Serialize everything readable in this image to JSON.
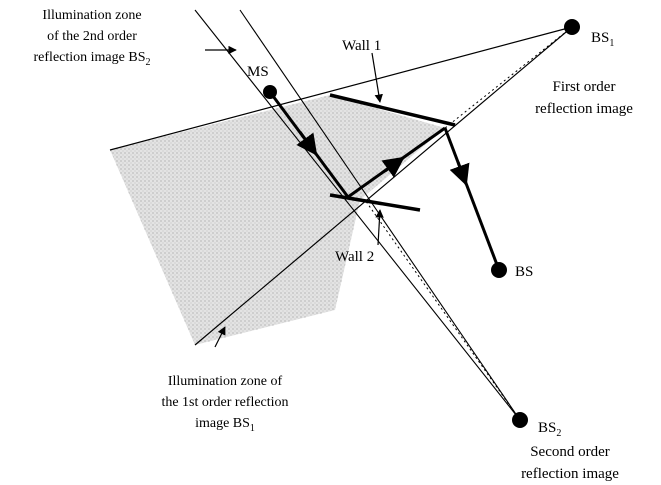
{
  "labels": {
    "bs1": "BS",
    "bs1_sub": "1",
    "first_order_line1": "First order",
    "first_order_line2": "reflection image",
    "ms": "MS",
    "wall1": "Wall 1",
    "wall2": "Wall 2",
    "bs": "BS",
    "bs2": "BS",
    "bs2_sub": "2",
    "second_order_line1": "Second order",
    "second_order_line2": "reflection image",
    "zone2_line1": "Illumination zone",
    "zone2_line2": "of the 2nd order",
    "zone2_line3": "reflection image BS",
    "zone2_sub": "2",
    "zone1_line1": "Illumination zone of",
    "zone1_line2": "the 1st order reflection",
    "zone1_line3": "image BS",
    "zone1_sub": "1"
  },
  "colors": {
    "ink": "#000000",
    "zone_fill": "#d9d9d9"
  }
}
